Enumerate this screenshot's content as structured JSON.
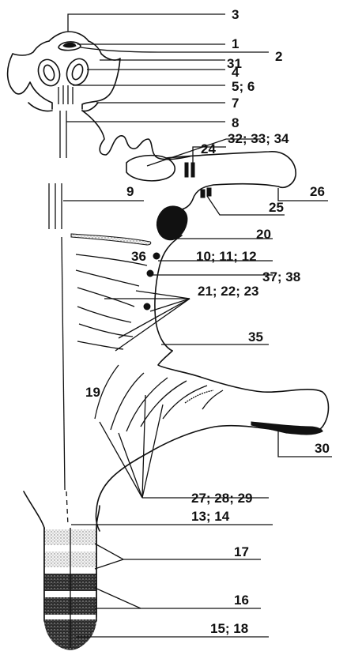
{
  "labels": {
    "l3": "3",
    "l1": "1",
    "l2": "2",
    "l31": "31",
    "l4": "4",
    "l56": "5; 6",
    "l7": "7",
    "l8": "8",
    "l323334": "32; 33; 34",
    "l24": "24",
    "l9": "9",
    "l26": "26",
    "l25": "25",
    "l20": "20",
    "l36": "36",
    "l101112": "10; 11; 12",
    "l3738": "37; 38",
    "l212223": "21; 22; 23",
    "l35": "35",
    "l19": "19",
    "l30": "30",
    "l272829": "27; 28; 29",
    "l1314": "13; 14",
    "l17": "17",
    "l16": "16",
    "l1518": "15; 18"
  }
}
